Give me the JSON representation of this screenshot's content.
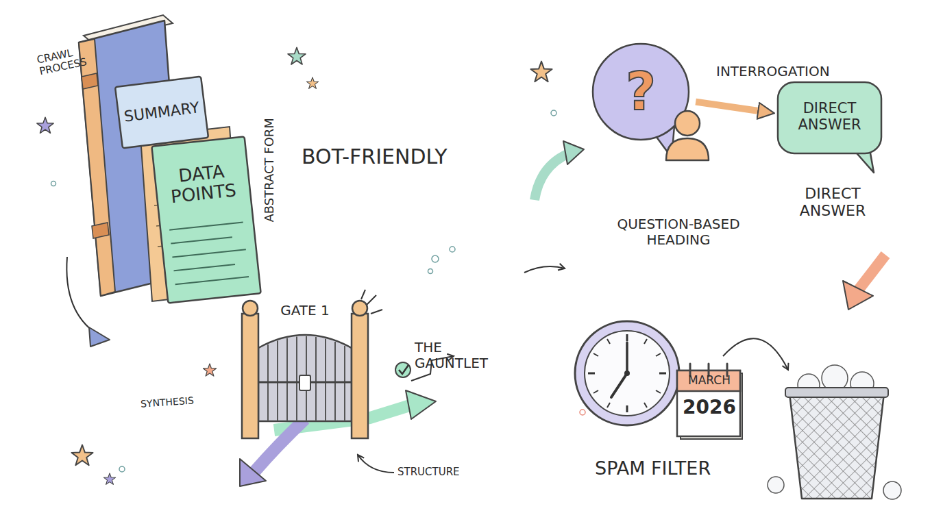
{
  "diagram": {
    "nodes": [
      {
        "text": [
          "SUMMARY"
        ]
      },
      {
        "text": [
          "DATA POINTS"
        ]
      },
      {
        "text": [
          "?"
        ]
      },
      {
        "text": [
          "DIRECT ANSWER"
        ]
      },
      {
        "text": [
          "GATE 1"
        ]
      },
      {
        "text": [
          "MARCH",
          "2026"
        ]
      }
    ],
    "edges": [
      {
        "from": 2,
        "to": 3,
        "arrow": "to"
      }
    ],
    "labels": [
      "CRAWL PROCESS",
      "ABSTRACT FORM",
      "BOT-FRIENDLY",
      "THE GAUNTLET",
      "SYNTHESIS",
      "STRUCTURE",
      "INTERROGATION",
      "QUESTION-BASED HEADING",
      "DIRECT ANSWER",
      "SPAM FILTER"
    ]
  }
}
